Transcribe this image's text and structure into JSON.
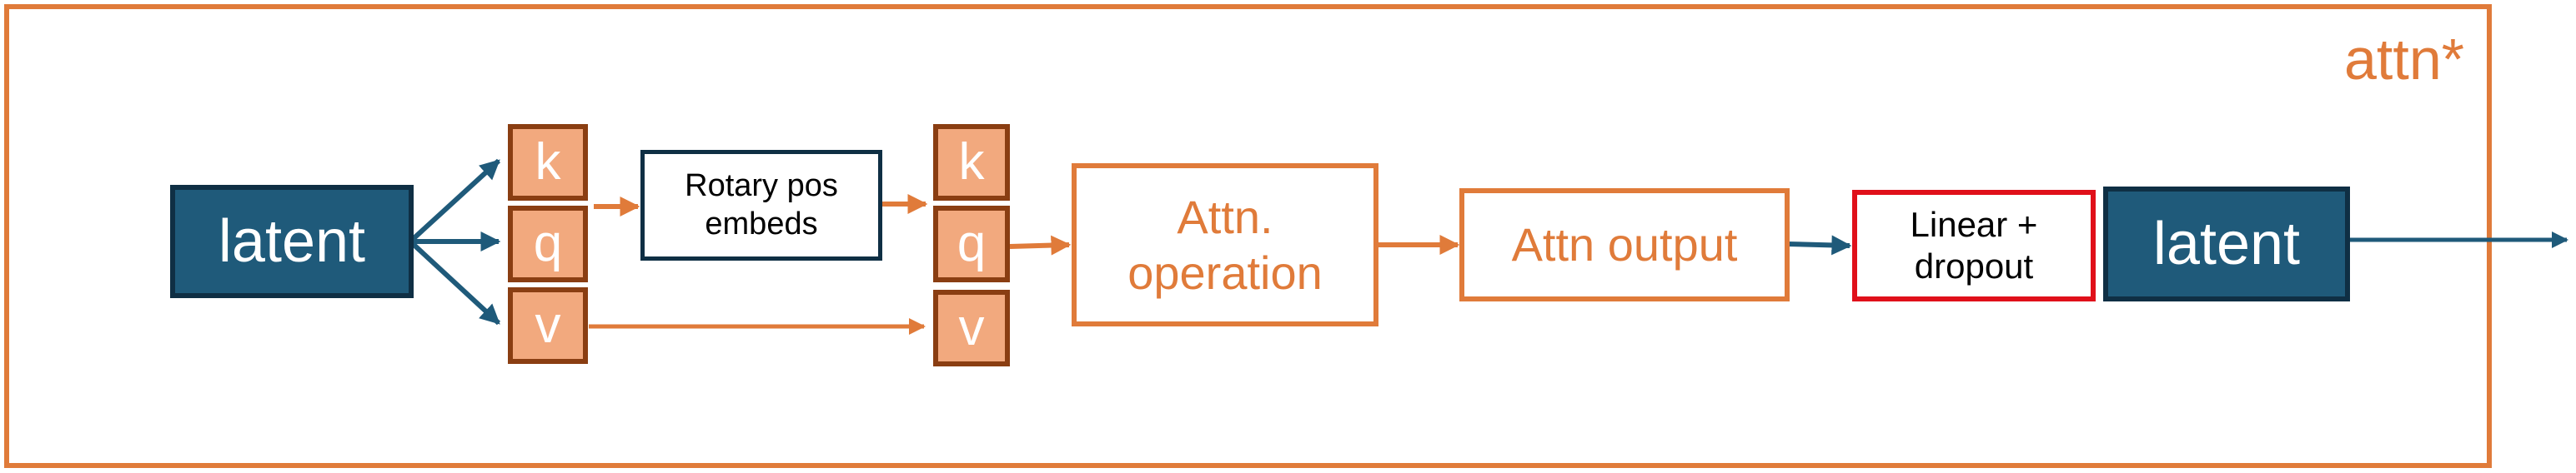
{
  "frame": {
    "label": "attn*",
    "border_color": "#E07B3A"
  },
  "nodes": {
    "latent_in": "latent",
    "k1": "k",
    "q1": "q",
    "v1": "v",
    "rotary": "Rotary pos\nembeds",
    "k2": "k",
    "q2": "q",
    "v2": "v",
    "attn_op": "Attn.\noperation",
    "attn_output": "Attn output",
    "linear": "Linear +\ndropout",
    "latent_out": "latent"
  },
  "colors": {
    "latent_fill": "#1F5A7A",
    "latent_border": "#0F2F44",
    "kqv_fill": "#F2A97E",
    "kqv_border": "#8A3E12",
    "orange": "#E07B3A",
    "red": "#E0101A",
    "blue_arrow": "#1F5A7A"
  }
}
